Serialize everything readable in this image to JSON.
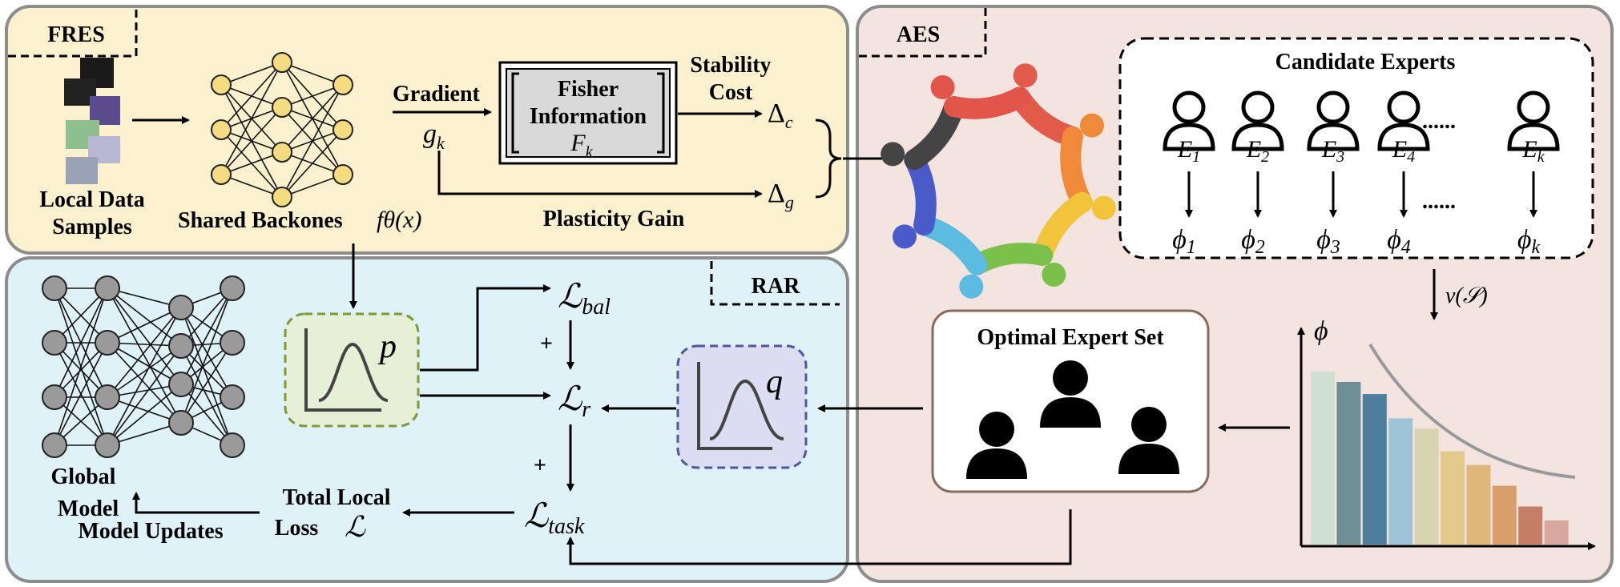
{
  "panels": {
    "fres": "FRES",
    "aes": "AES",
    "rar": "RAR"
  },
  "fres": {
    "local_data": [
      "Local Data",
      "Samples"
    ],
    "backbone": "Shared Backones",
    "backbone_math": "fθ(x)",
    "gradient": "Gradient",
    "gradient_sym": "g",
    "gradient_sub": "k",
    "fisher": [
      "Fisher",
      "Information"
    ],
    "fisher_sym": "F",
    "fisher_sub": "k",
    "stability": [
      "Stability",
      "Cost"
    ],
    "delta_c": "Δ",
    "delta_c_sub": "c",
    "delta_g": "Δ",
    "delta_g_sub": "g",
    "plasticity": "Plasticity Gain"
  },
  "aes": {
    "candidates_title": "Candidate Experts",
    "experts": [
      {
        "sym": "E",
        "sub": "1",
        "phi": "ϕ",
        "phi_sub": "1"
      },
      {
        "sym": "E",
        "sub": "2",
        "phi": "ϕ",
        "phi_sub": "2"
      },
      {
        "sym": "E",
        "sub": "3",
        "phi": "ϕ",
        "phi_sub": "3"
      },
      {
        "sym": "E",
        "sub": "4",
        "phi": "ϕ",
        "phi_sub": "4"
      },
      {
        "sym": "E",
        "sub": "k",
        "phi": "ϕ",
        "phi_sub": "k"
      }
    ],
    "dots": "......",
    "value_fn": "v(𝒮)",
    "phi_axis": "ϕ",
    "optimal_title": "Optimal Expert Set",
    "bar_colors": [
      "#cfe0d2",
      "#6f8f97",
      "#4e7e9e",
      "#9fc3d6",
      "#d9d4b0",
      "#e4c98c",
      "#deb87a",
      "#d9a06c",
      "#c47f66",
      "#d8a8a0"
    ]
  },
  "rar": {
    "p": "p",
    "q": "q",
    "l_bal": "ℒ",
    "l_bal_sub": "bal",
    "l_r": "ℒ",
    "l_r_sub": "r",
    "l_task": "ℒ",
    "l_task_sub": "task",
    "plus1": "+",
    "plus2": "+",
    "total_loss": [
      "Total Local",
      "Loss"
    ],
    "total_loss_sym": "ℒ",
    "global_model": [
      "Global",
      "Model"
    ],
    "model_updates": "Model Updates"
  },
  "chart_data": {
    "type": "bar",
    "values": [
      10,
      9.4,
      8.7,
      7.3,
      6.7,
      5.4,
      4.6,
      3.4,
      2.2,
      1.4
    ],
    "xlabel": "",
    "ylabel": "ϕ"
  }
}
